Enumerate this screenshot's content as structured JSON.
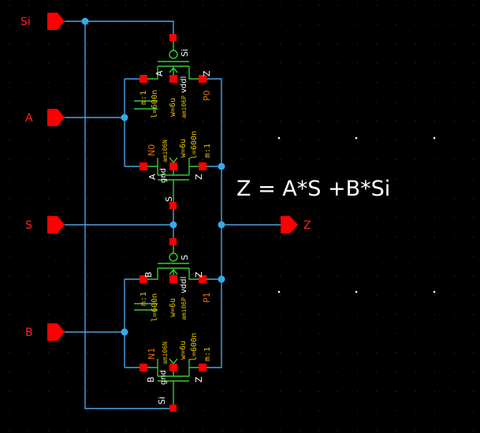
{
  "ports": {
    "si": "Si",
    "a": "A",
    "s": "S",
    "b": "B",
    "z": "Z"
  },
  "equation": "Z = A*S +B*Si",
  "gates": [
    {
      "p_name": "P0",
      "n_name": "N0",
      "p_terms": {
        "gate": "Si",
        "source": "A",
        "body": "vddl",
        "drain": "Z"
      },
      "n_terms": {
        "source": "A",
        "body": "gnd",
        "drain": "Z",
        "gate": "S"
      },
      "p_params": {
        "m": "m:1",
        "l": "l=600n",
        "w": "w=6u",
        "model": "ami06P"
      },
      "n_params": {
        "m": "m:1",
        "l": "l=600n",
        "w": "w=6u",
        "model": "ami06N"
      }
    },
    {
      "p_name": "P1",
      "n_name": "N1",
      "p_terms": {
        "gate": "S",
        "source": "B",
        "body": "vddl",
        "drain": "Z"
      },
      "n_terms": {
        "source": "B",
        "body": "gnd",
        "drain": "Z",
        "gate": "Si"
      },
      "p_params": {
        "m": "m:1",
        "l": "l=600n",
        "w": "w=6u",
        "model": "ami06P"
      },
      "n_params": {
        "m": "m:1",
        "l": "l=600n",
        "w": "w=6u",
        "model": "ami06N"
      }
    }
  ],
  "colors": {
    "background": "#000000",
    "wire": "#4aa3e6",
    "device": "#38c838",
    "pin": "#ff0000",
    "label": "#ff2222",
    "param": "#e0c000",
    "instance": "#e07010",
    "text": "#ffffff"
  }
}
